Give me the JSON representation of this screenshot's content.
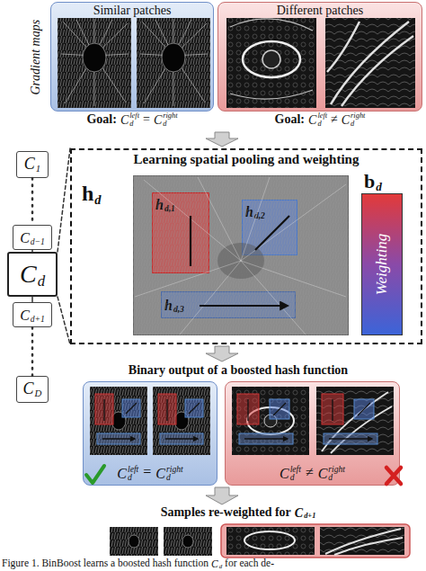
{
  "diagram": {
    "caption": "Figure 1. BinBoost learns a boosted hash function",
    "nodes": [
      {
        "text": [
          "Similar patches"
        ]
      },
      {
        "text": [
          "Different patches"
        ]
      },
      {
        "text": [
          "C",
          "1"
        ]
      },
      {
        "text": [
          "C",
          "d−1"
        ]
      },
      {
        "text": [
          "C",
          "d"
        ]
      },
      {
        "text": [
          "C",
          "d+1"
        ]
      },
      {
        "text": [
          "C",
          "D"
        ]
      },
      {
        "text": [
          "Learning spatial pooling and weighting"
        ]
      },
      {
        "text": [
          "h",
          "d"
        ],
        "in": 7
      },
      {
        "text": [
          "h",
          "d,1"
        ],
        "in": 8
      },
      {
        "text": [
          "h",
          "d,2"
        ],
        "in": 8
      },
      {
        "text": [
          "h",
          "d,3"
        ],
        "in": 8
      },
      {
        "text": [
          "b",
          "d",
          "Weighting"
        ],
        "in": 7
      },
      {
        "text": [
          "C",
          "d",
          "left",
          "=",
          "C",
          "d",
          "right"
        ]
      },
      {
        "text": [
          "C",
          "d",
          "left",
          "≠",
          "C",
          "d",
          "right"
        ]
      }
    ],
    "edges": [
      {
        "from": 2,
        "to": 3,
        "arrow": "none"
      },
      {
        "from": 3,
        "to": 4,
        "arrow": "none"
      },
      {
        "from": 4,
        "to": 5,
        "arrow": "none"
      },
      {
        "from": 5,
        "to": 6,
        "arrow": "none"
      },
      {
        "from": 4,
        "to": 7,
        "arrow": "none"
      }
    ],
    "labels": [
      "Gradient maps",
      "Goal:",
      "C",
      "d",
      "left",
      "=",
      "C",
      "d",
      "right",
      "Goal:",
      "C",
      "d",
      "left",
      "≠",
      "C",
      "d",
      "right",
      "Binary output of a boosted hash function",
      "Samples re-weighted for",
      "C",
      "d+1",
      "C",
      "d",
      "for each de-"
    ]
  }
}
